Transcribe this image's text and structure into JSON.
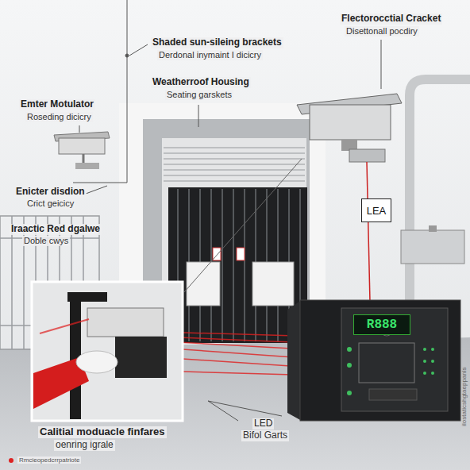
{
  "diagram": {
    "nodes": [
      {
        "text": [
          "LEA"
        ]
      },
      {
        "text": [
          "R888"
        ]
      }
    ],
    "labels": [
      "Shaded sun-sileing brackets",
      "Derdonal inymaint I dicicry",
      "Flectorocctial Cracket",
      "Disettonall pocdiry",
      "Weatherroof Housing",
      "Seating garskets",
      "Emter Motulator",
      "Roseding dicicry",
      "Enicter disdion",
      "Crict geicicy",
      "Iraactic Red dgalwe",
      "Doble cwys",
      "Calitial moduacle finfares",
      "oenring igrale",
      "LED",
      "Bifol Garts",
      "Rmcieopedcrrpatriote",
      "ilostaticshgtaeppanls"
    ]
  }
}
